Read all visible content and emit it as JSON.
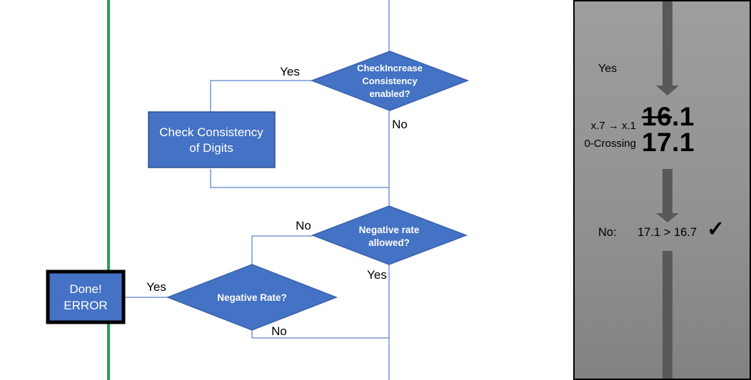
{
  "flowchart": {
    "decision_check_increase": {
      "line1": "CheckIncrease",
      "line2": "Consistency",
      "line3": "enabled?"
    },
    "process_check_consistency": {
      "line1": "Check Consistency",
      "line2": "of Digits"
    },
    "decision_negative_rate_allowed": {
      "line1": "Negative rate",
      "line2": "allowed?"
    },
    "decision_negative_rate": {
      "line1": "Negative Rate?"
    },
    "terminal_done_error": {
      "line1": "Done!",
      "line2": "ERROR"
    },
    "edge_labels": {
      "check_increase_yes": "Yes",
      "check_increase_no": "No",
      "rate_allowed_no": "No",
      "rate_allowed_yes": "Yes",
      "negative_rate_yes": "Yes",
      "negative_rate_no": "No"
    }
  },
  "side_panel": {
    "yes_label": "Yes",
    "rule_line1": "x.7 → x.1",
    "rule_line2": "0-Crossing",
    "old_value_struck": "16",
    "old_value_suffix": ".1",
    "new_value": "17.1",
    "result_label": "No:",
    "result_comparison": "17.1 > 16.7",
    "result_check": "✓"
  },
  "colors": {
    "shape_fill": "#4472C4",
    "shape_border": "#2F528F",
    "connector": "#7698D1",
    "accent_green": "#21A44F",
    "panel_arrow": "#595959"
  }
}
